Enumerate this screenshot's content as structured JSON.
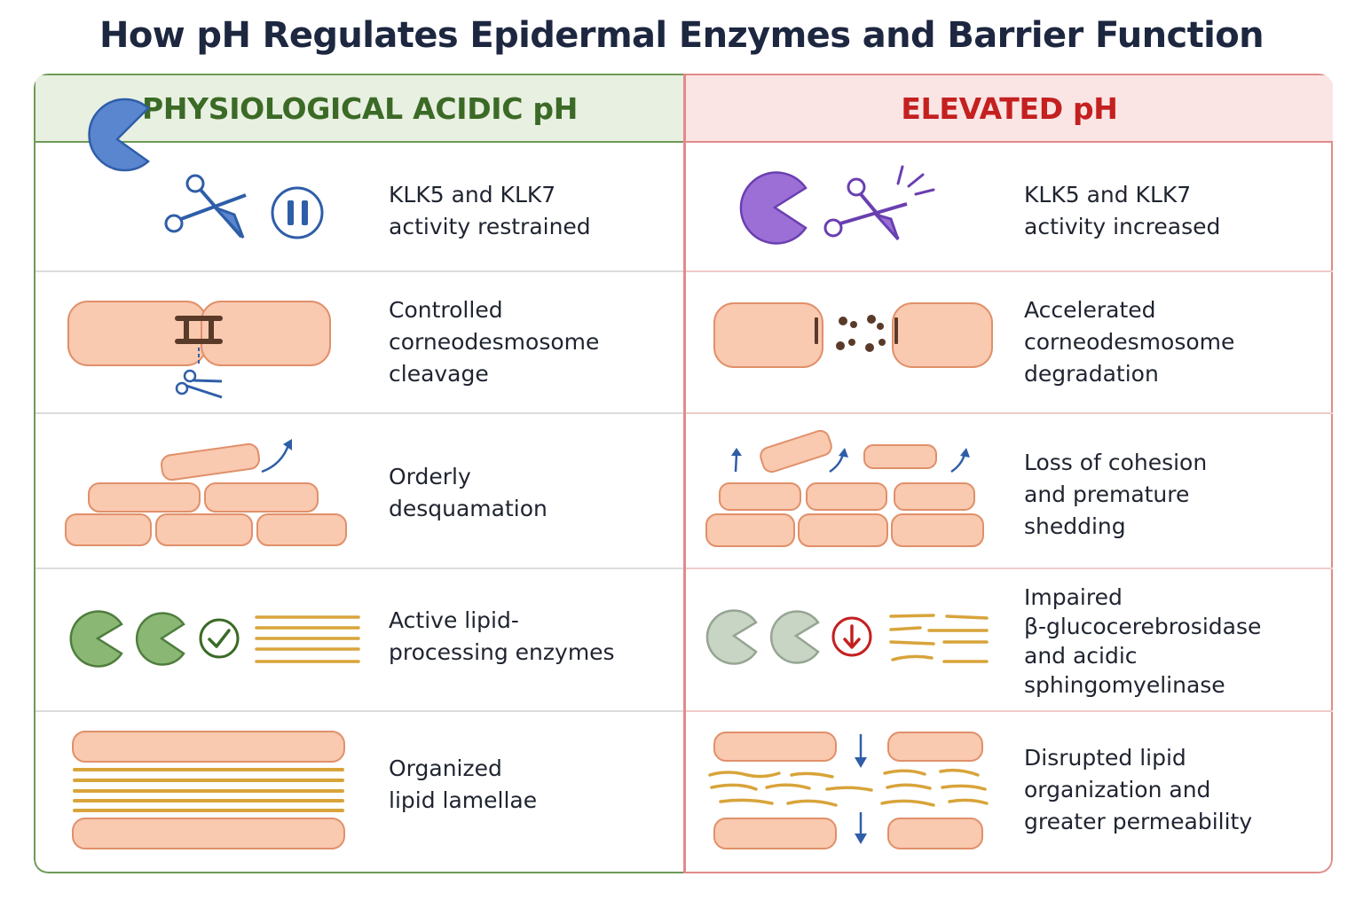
{
  "title": "How pH Regulates Epidermal Enzymes and Barrier Function",
  "left": {
    "header": "PHYSIOLOGICAL ACIDIC pH",
    "rows": [
      [
        "KLK5 and KLK7",
        "activity restrained"
      ],
      [
        "Controlled",
        "corneodesmosome",
        "cleavage"
      ],
      [
        "Orderly",
        "desquamation"
      ],
      [
        "Active lipid-",
        "processing enzymes"
      ],
      [
        "Organized",
        "lipid lamellae"
      ]
    ]
  },
  "right": {
    "header": "ELEVATED pH",
    "rows": [
      [
        "KLK5 and KLK7",
        "activity increased"
      ],
      [
        "Accelerated",
        "corneodesmosome",
        "degradation"
      ],
      [
        "Loss of cohesion",
        "and premature",
        "shedding"
      ],
      [
        "Impaired",
        "β-glucocerebrosidase",
        "and acidic",
        "sphingomyelinase"
      ],
      [
        "Disrupted lipid",
        "organization and",
        "greater permeability"
      ]
    ]
  },
  "colors": {
    "acidic_accent": "#3b6a26",
    "elevated_accent": "#c42020",
    "enzyme_blue": "#4a78c8",
    "enzyme_purple": "#8a5cc8",
    "enzyme_green": "#7aa865",
    "corneocyte": "#f9c9b0",
    "lipid": "#d8a43a"
  },
  "icons": [
    "pacman-enzyme-icon",
    "scissors-icon",
    "pause-icon",
    "check-icon",
    "down-arrow-icon"
  ]
}
